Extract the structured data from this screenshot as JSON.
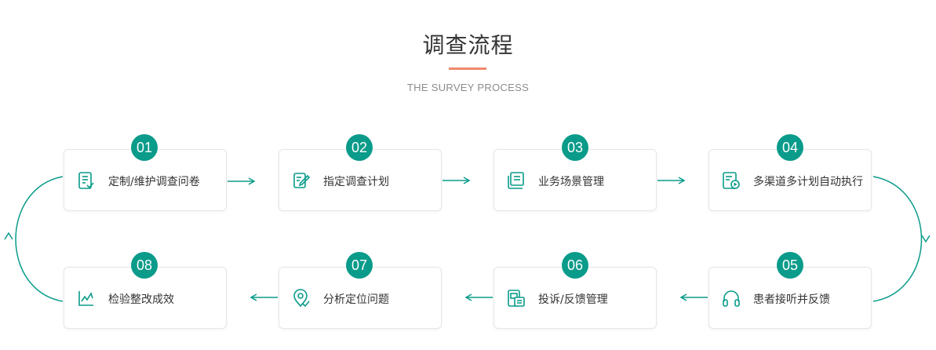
{
  "header": {
    "title": "调查流程",
    "subtitle": "THE SURVEY PROCESS"
  },
  "colors": {
    "accent": "#0a9b8a",
    "title_underline": "#f0896c"
  },
  "steps": [
    {
      "number": "01",
      "label": "定制/维护调查问卷",
      "icon": "questionnaire-icon"
    },
    {
      "number": "02",
      "label": "指定调查计划",
      "icon": "edit-plan-icon"
    },
    {
      "number": "03",
      "label": "业务场景管理",
      "icon": "scene-book-icon"
    },
    {
      "number": "04",
      "label": "多渠道多计划自动执行",
      "icon": "auto-execute-icon"
    },
    {
      "number": "05",
      "label": "患者接听并反馈",
      "icon": "headphones-icon"
    },
    {
      "number": "06",
      "label": "投诉/反馈管理",
      "icon": "complaint-doc-icon"
    },
    {
      "number": "07",
      "label": "分析定位问题",
      "icon": "location-pin-icon"
    },
    {
      "number": "08",
      "label": "检验整改成效",
      "icon": "trend-chart-icon"
    }
  ]
}
